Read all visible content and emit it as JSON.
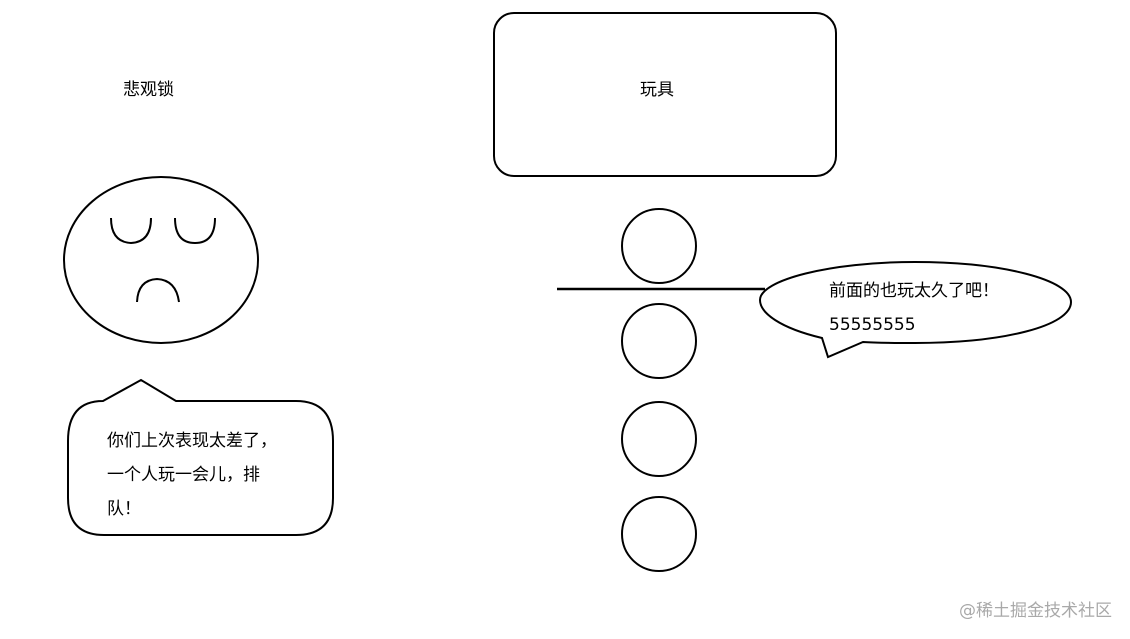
{
  "title": "悲观锁",
  "toy_label": "玩具",
  "left_bubble": {
    "lines": [
      "你们上次表现太差了，",
      "一个人玩一会儿，排",
      "队！"
    ]
  },
  "right_bubble": {
    "lines": [
      "前面的也玩太久了吧！",
      "55555555"
    ]
  },
  "watermark": "@稀土掘金技术社区",
  "icons": {
    "sad_face": "sad-face-icon"
  }
}
